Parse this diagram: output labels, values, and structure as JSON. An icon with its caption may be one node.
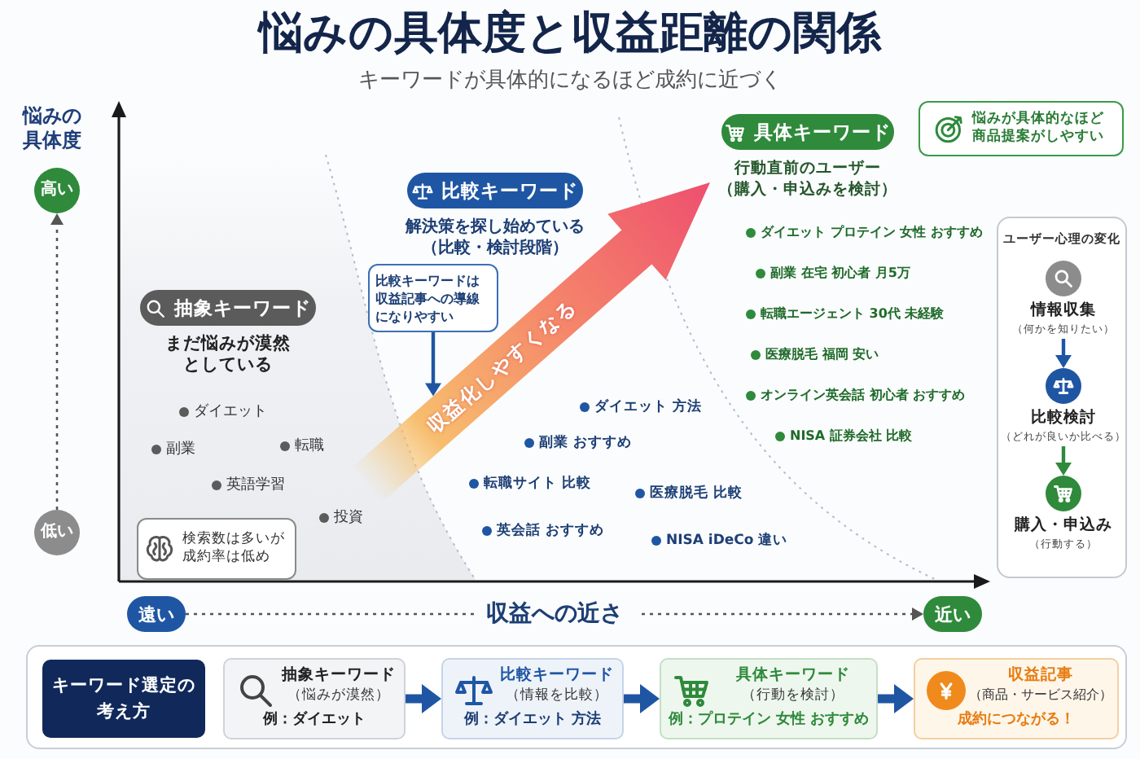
{
  "diagram": {
    "title": "悩みの具体度と収益距離の関係",
    "nodes": [
      {
        "text": [
          "高い"
        ]
      },
      {
        "text": [
          "低い"
        ]
      },
      {
        "text": [
          "抽象キーワード"
        ],
        "beside": [
          "まだ悩みが漠然としている"
        ]
      },
      {
        "text": [
          "検索数は多いが成約率は低め"
        ]
      },
      {
        "text": [
          "比較キーワード"
        ],
        "beside": [
          "解決策を探し始めている",
          "（比較・検討段階）"
        ]
      },
      {
        "text": [
          "比較キーワードは収益記事への導線になりやすい"
        ]
      },
      {
        "text": [
          "収益化しやすくなる"
        ]
      },
      {
        "text": [
          "具体キーワード"
        ],
        "beside": [
          "行動直前のユーザー",
          "（購入・申込みを検討）"
        ]
      },
      {
        "text": [
          "悩みが具体的なほど商品提案がしやすい"
        ]
      },
      {
        "text": [
          "ユーザー心理の変化"
        ]
      },
      {
        "text": [
          "情報収集",
          "（何かを知りたい）"
        ],
        "in": 9
      },
      {
        "text": [
          "比較検討",
          "（どれが良いか比べる）"
        ],
        "in": 9
      },
      {
        "text": [
          "購入・申込み",
          "（行動する）"
        ],
        "in": 9
      },
      {
        "text": [
          "遠い"
        ]
      },
      {
        "text": [
          "近い"
        ]
      },
      {
        "text": [],
        "shape": "box"
      },
      {
        "text": [
          "キーワード選定の考え方"
        ],
        "in": 15
      },
      {
        "text": [
          "抽象キーワード",
          "（悩みが漠然）",
          "例：ダイエット"
        ],
        "in": 15
      },
      {
        "text": [
          "比較キーワード",
          "（情報を比較）",
          "例：ダイエット 方法"
        ],
        "in": 15
      },
      {
        "text": [
          "具体キーワード",
          "（行動を検討）",
          "例：プロテイン 女性 おすすめ"
        ],
        "in": 15
      },
      {
        "text": [
          "収益記事",
          "（商品・サービス紹介）",
          "成約につながる！"
        ],
        "in": 15
      }
    ],
    "edges": [
      {
        "from": 1,
        "to": 0,
        "arrow": "to",
        "style": "dashed",
        "color": "#555555"
      },
      {
        "from": 5,
        "to": 6,
        "arrow": "to"
      },
      {
        "from": 10,
        "to": 11,
        "arrow": "to"
      },
      {
        "from": 11,
        "to": 12,
        "arrow": "to",
        "color": "#2f8a3b"
      },
      {
        "from": 13,
        "to": 14,
        "arrow": "to",
        "label": "収益への近さ",
        "style": "dashed",
        "color": "#555555"
      },
      {
        "from": 17,
        "to": 18,
        "arrow": "to",
        "style": "thick"
      },
      {
        "from": 18,
        "to": 19,
        "arrow": "to",
        "style": "thick"
      },
      {
        "from": 19,
        "to": 20,
        "arrow": "to",
        "style": "thick"
      }
    ],
    "labels": [
      "キーワードが具体的になるほど成約に近づく",
      "悩みの具体度",
      "ダイエット",
      "副業",
      "転職",
      "英語学習",
      "投資",
      "ダイエット 方法",
      "副業 おすすめ",
      "転職サイト 比較",
      "医療脱毛 比較",
      "英会話 おすすめ",
      "NISA iDeCo 違い",
      "ダイエット プロテイン 女性 おすすめ",
      "副業 在宅 初心者 月5万",
      "転職エージェント 30代 未経験",
      "医療脱毛 福岡 安い",
      "オンライン英会話 初心者 おすすめ",
      "NISA 証券会社 比較"
    ]
  }
}
